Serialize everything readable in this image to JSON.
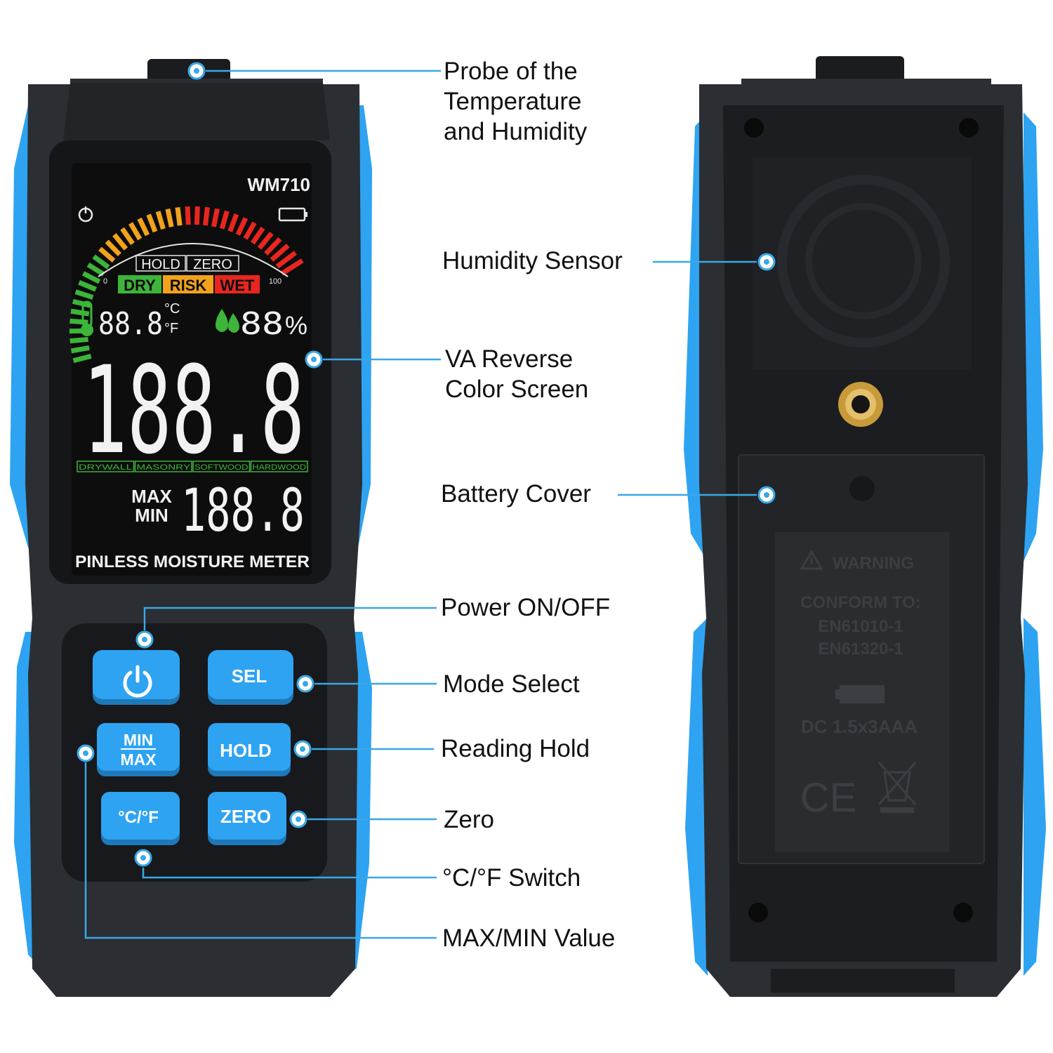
{
  "colors": {
    "body_dark": "#2b2e33",
    "body_black": "#17191c",
    "accent_blue": "#2ea3f2",
    "leader_blue": "#3aa7e6",
    "screen_bg": "#0d0d0d",
    "dry_green": "#3db43a",
    "risk_orange": "#f2a21c",
    "wet_red": "#e8261f"
  },
  "front": {
    "model": "WM710",
    "gauge": {
      "hold": "HOLD",
      "zero": "ZERO",
      "dry": "DRY",
      "risk": "RISK",
      "wet": "WET",
      "min": "0",
      "max": "100"
    },
    "temperature": {
      "digits": "88.8",
      "unit_c": "°C",
      "unit_f": "°F"
    },
    "humidity": {
      "digits": "88",
      "unit": "%"
    },
    "main_reading": "188.8",
    "materials": [
      "DRYWALL",
      "MASONRY",
      "SOFTWOOD",
      "HARDWOOD"
    ],
    "maxmin": {
      "max": "MAX",
      "min": "MIN",
      "digits": "188.8"
    },
    "label": "PINLESS MOISTURE METER",
    "buttons": {
      "sel": "SEL",
      "min": "MIN",
      "max": "MAX",
      "hold": "HOLD",
      "unit": "°C/°F",
      "zero": "ZERO"
    },
    "icons": {
      "power": "power-icon",
      "battery": "battery-icon",
      "thermometer": "thermometer-icon",
      "droplet": "droplet-icon"
    }
  },
  "back": {
    "warning": "WARNING",
    "conform": "CONFORM TO:",
    "standards": [
      "EN61010-1",
      "EN61320-1"
    ],
    "power": "DC 1.5x3AAA",
    "ce": "CE",
    "icons": {
      "warning": "warning-triangle-icon",
      "battery": "battery-icon",
      "weee": "weee-bin-icon"
    }
  },
  "callouts": {
    "probe": [
      "Probe of the",
      "Temperature",
      "and Humidity"
    ],
    "humidity_sensor": "Humidity Sensor",
    "screen": [
      "VA Reverse",
      "Color Screen"
    ],
    "battery_cover": "Battery Cover",
    "power": "Power ON/OFF",
    "mode": "Mode Select",
    "hold": "Reading Hold",
    "zero": "Zero",
    "unit": "°C/°F Switch",
    "maxmin": "MAX/MIN Value"
  }
}
